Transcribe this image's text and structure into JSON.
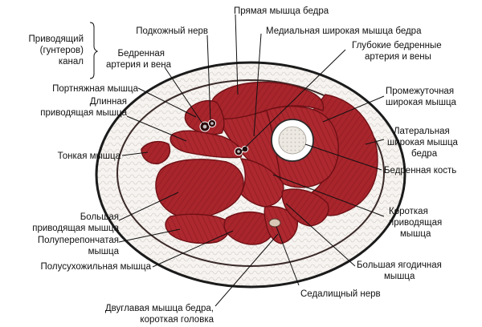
{
  "colors": {
    "muscle": "#a8252c",
    "muscle_dark": "#7e1419",
    "muscle_light": "#c9444a",
    "fat": "#f4f1ee",
    "fascia": "#3a2a28",
    "skin": "#1b1b1b",
    "bone": "#ffffff",
    "marrow": "#e9e4dc"
  },
  "labels": {
    "canal_line1": "Приводящий",
    "canal_line2": "(гунтеров)",
    "canal_line3": "канал",
    "saphenous_nerve": "Подкожный нерв",
    "femoral_vessels_line1": "Бедренная",
    "femoral_vessels_line2": "артерия и вена",
    "sartorius": "Портняжная мышца",
    "adductor_longus_line1": "Длинная",
    "adductor_longus_line2": "приводящая мышца",
    "gracilis": "Тонкая мышца",
    "adductor_magnus_line1": "Большая",
    "adductor_magnus_line2": "приводящая мышца",
    "semimembranosus_line1": "Полуперепончатая",
    "semimembranosus_line2": "мышца",
    "semitendinosus": "Полусухожильная мышца",
    "biceps_line1": "Двуглавая мышца бедра,",
    "biceps_line2": "короткая головка",
    "rectus_femoris": "Прямая мышца бедра",
    "vastus_medialis": "Медиальная широкая мышца бедра",
    "deep_vessels_line1": "Глубокие бедренные",
    "deep_vessels_line2": "артерия и вены",
    "vastus_intermedius_line1": "Промежуточная",
    "vastus_intermedius_line2": "широкая мышца",
    "vastus_lateralis_line1": "Латеральная",
    "vastus_lateralis_line2": "широкая мышца",
    "vastus_lateralis_line3": "бедра",
    "femur": "Бедренная кость",
    "adductor_brevis_line1": "Короткая",
    "adductor_brevis_line2": "приводящая",
    "adductor_brevis_line3": "мышца",
    "gluteus_maximus_line1": "Большая ягодичная",
    "gluteus_maximus_line2": "мышца",
    "sciatic_nerve": "Седалищный нерв"
  }
}
